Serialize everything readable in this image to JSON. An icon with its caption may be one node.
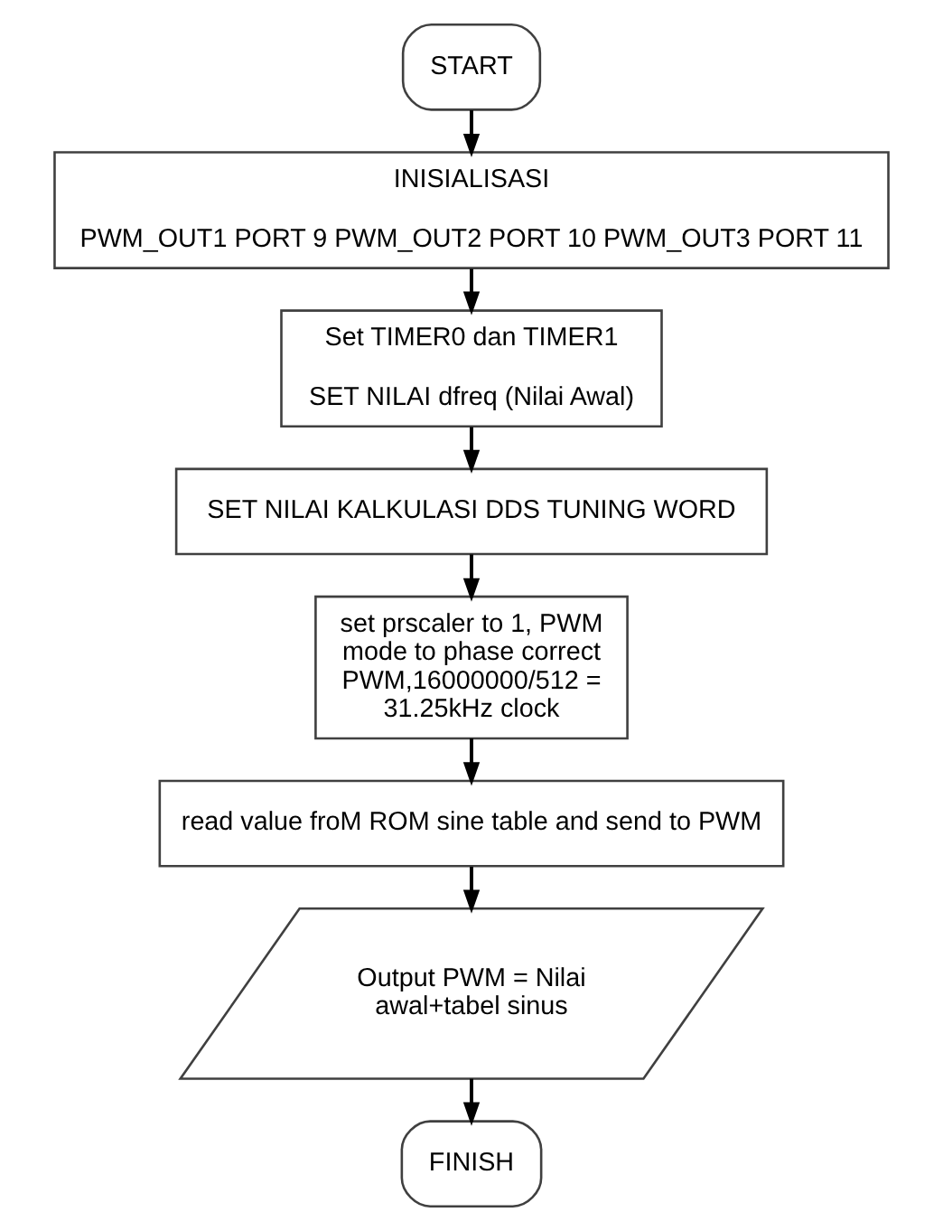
{
  "diagram": {
    "nodes": [
      {
        "text": [
          "START"
        ]
      },
      {
        "text": [
          "INISIALISASI",
          "PWM_OUT1 PORT 9 PWM_OUT2 PORT 10 PWM_OUT3 PORT 11"
        ]
      },
      {
        "text": [
          "Set TIMER0 dan TIMER1",
          "SET NILAI dfreq (Nilai Awal)"
        ]
      },
      {
        "text": [
          "SET NILAI KALKULASI DDS TUNING WORD"
        ]
      },
      {
        "text": [
          "set prscaler to 1, PWM mode to phase correct PWM,16000000/512 = 31.25kHz clock"
        ]
      },
      {
        "text": [
          "read value froM ROM sine table and send to PWM"
        ]
      },
      {
        "text": [
          "Output PWM = Nilai awal+tabel sinus"
        ]
      },
      {
        "text": [
          "FINISH"
        ]
      }
    ],
    "edges": [
      {
        "from": 0,
        "to": 1,
        "arrow": "to"
      },
      {
        "from": 1,
        "to": 2,
        "arrow": "to"
      },
      {
        "from": 2,
        "to": 3,
        "arrow": "to"
      },
      {
        "from": 3,
        "to": 4,
        "arrow": "to"
      },
      {
        "from": 4,
        "to": 5,
        "arrow": "to"
      },
      {
        "from": 5,
        "to": 6,
        "arrow": "to"
      },
      {
        "from": 6,
        "to": 7,
        "arrow": "to"
      }
    ]
  }
}
